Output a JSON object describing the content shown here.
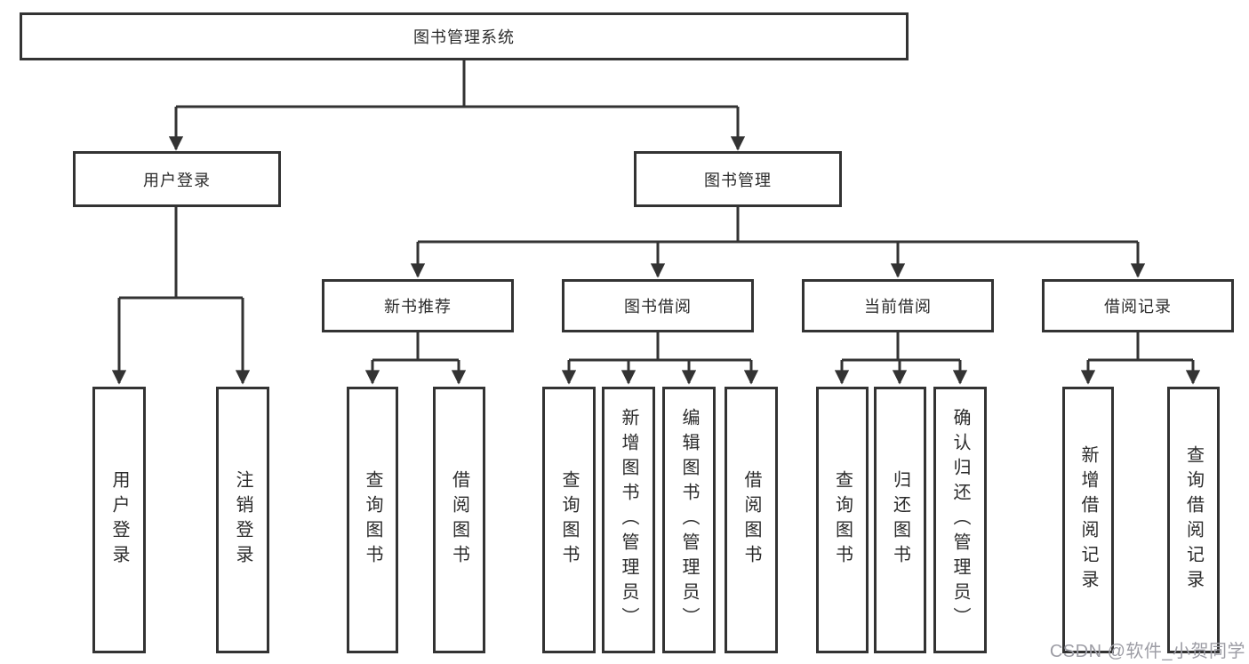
{
  "tree": {
    "label": "图书管理系统",
    "children": [
      {
        "label": "用户登录",
        "children": [
          {
            "label": "用户登录"
          },
          {
            "label": "注销登录"
          }
        ]
      },
      {
        "label": "图书管理",
        "children": [
          {
            "label": "新书推荐",
            "children": [
              {
                "label": "查询图书"
              },
              {
                "label": "借阅图书"
              }
            ]
          },
          {
            "label": "图书借阅",
            "children": [
              {
                "label": "查询图书"
              },
              {
                "label": "新增图书（管理员）"
              },
              {
                "label": "编辑图书（管理员）"
              },
              {
                "label": "借阅图书"
              }
            ]
          },
          {
            "label": "当前借阅",
            "children": [
              {
                "label": "查询图书"
              },
              {
                "label": "归还图书"
              },
              {
                "label": "确认归还（管理员）"
              }
            ]
          },
          {
            "label": "借阅记录",
            "children": [
              {
                "label": "新增借阅记录"
              },
              {
                "label": "查询借阅记录"
              }
            ]
          }
        ]
      }
    ]
  },
  "watermark": "CSDN @软件_小贺同学",
  "colors": {
    "line": "#333333",
    "box_border": "#333333",
    "text": "#2b2b2b",
    "background": "#ffffff",
    "watermark": "#9d9da5"
  }
}
